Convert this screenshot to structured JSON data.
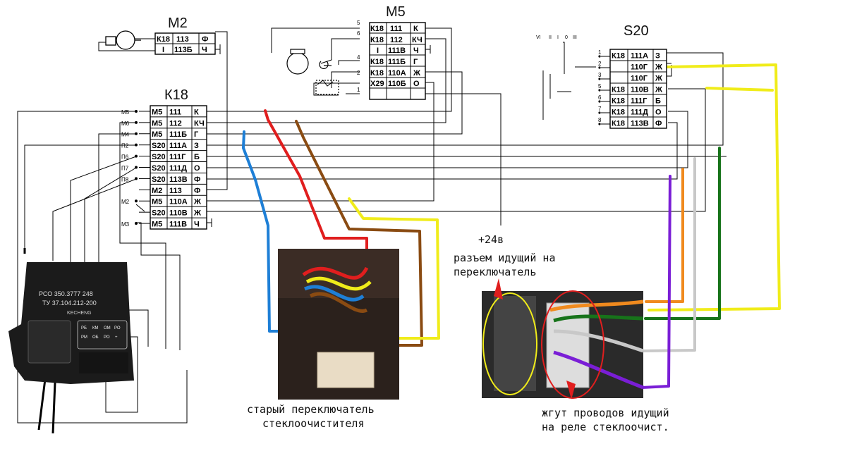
{
  "blocks": {
    "m2": {
      "title": "M2",
      "rows": [
        [
          "К18",
          "113",
          "Ф"
        ],
        [
          "I",
          "113Б",
          "Ч"
        ]
      ]
    },
    "m5": {
      "title": "M5",
      "rows": [
        [
          "К18",
          "111",
          "К"
        ],
        [
          "К18",
          "112",
          "КЧ"
        ],
        [
          "I",
          "111В",
          "Ч"
        ],
        [
          "К18",
          "111Б",
          "Г"
        ],
        [
          "К18",
          "110А",
          "Ж"
        ],
        [
          "X29",
          "110Б",
          "О"
        ]
      ],
      "pins": [
        "5",
        "6",
        "",
        "4",
        "2",
        "1"
      ]
    },
    "k18": {
      "title": "К18",
      "rows": [
        [
          "M5",
          "111",
          "К"
        ],
        [
          "M5",
          "112",
          "КЧ"
        ],
        [
          "M5",
          "111Б",
          "Г"
        ],
        [
          "S20",
          "111А",
          "З"
        ],
        [
          "S20",
          "111Г",
          "Б"
        ],
        [
          "S20",
          "111Д",
          "О"
        ],
        [
          "S20",
          "113В",
          "Ф"
        ],
        [
          "M2",
          "113",
          "Ф"
        ],
        [
          "M5",
          "110А",
          "Ж"
        ],
        [
          "S20",
          "110В",
          "Ж"
        ],
        [
          "M5",
          "111В",
          "Ч"
        ]
      ],
      "pins": [
        "M5",
        "M6",
        "M4",
        "П2",
        "П6",
        "П7",
        "П8",
        "",
        "M2",
        "",
        "M3"
      ]
    },
    "s20": {
      "title": "S20",
      "rows": [
        [
          "К18",
          "111А",
          "З"
        ],
        [
          "",
          "110Г",
          "Ж"
        ],
        [
          "",
          "110Г",
          "Ж"
        ],
        [
          "К18",
          "110В",
          "Ж"
        ],
        [
          "К18",
          "111Г",
          "Б"
        ],
        [
          "К18",
          "111Д",
          "О"
        ],
        [
          "К18",
          "113В",
          "Ф"
        ]
      ],
      "pins": [
        "1",
        "2",
        "3",
        "5",
        "6",
        "7",
        "8"
      ],
      "positions": [
        "VI",
        "II",
        "I",
        "0",
        "III"
      ]
    }
  },
  "relay": {
    "line1": "РСО 350.3777 248",
    "line2": "ТУ 37.104.212-200",
    "brand": "KECHENG",
    "pins_top": [
      "РБ",
      "КМ",
      "ОМ",
      "РО"
    ],
    "pins_bottom": [
      "РМ",
      "ОБ",
      "РО",
      "+"
    ]
  },
  "annotations": {
    "plus24": "+24в",
    "connector_line1": "разъем идущий на",
    "connector_line2": "переключатель",
    "old_switch_line1": "старый переключатель",
    "old_switch_line2": "стеклоочистителя",
    "harness_line1": "жгут проводов идущий",
    "harness_line2": "на реле стеклоочист."
  }
}
